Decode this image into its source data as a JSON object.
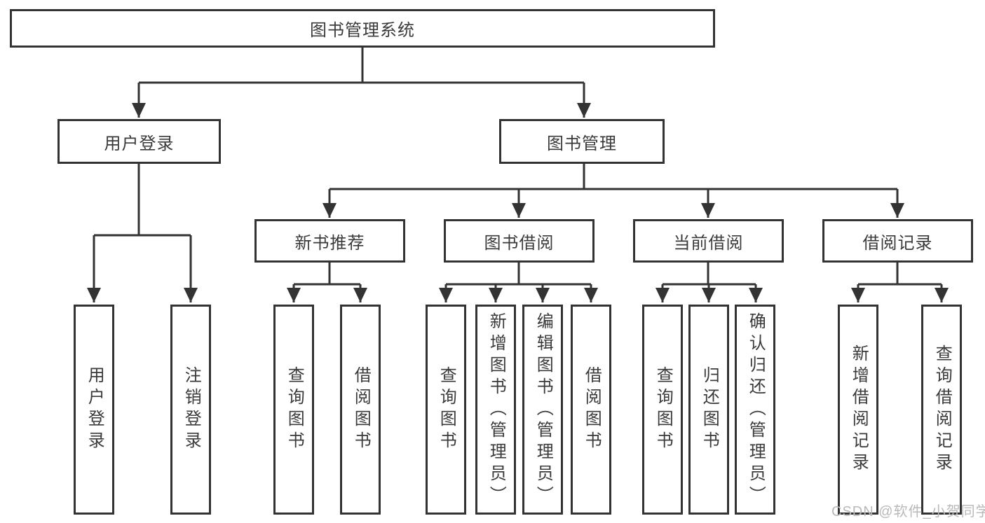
{
  "tree": {
    "label": "图书管理系统",
    "children": [
      {
        "label": "用户登录",
        "children": [
          {
            "label": "用户登录"
          },
          {
            "label": "注销登录"
          }
        ]
      },
      {
        "label": "图书管理",
        "children": [
          {
            "label": "新书推荐",
            "children": [
              {
                "label": "查询图书"
              },
              {
                "label": "借阅图书"
              }
            ]
          },
          {
            "label": "图书借阅",
            "children": [
              {
                "label": "查询图书"
              },
              {
                "label": "新增图书（管理员）"
              },
              {
                "label": "编辑图书（管理员）"
              },
              {
                "label": "借阅图书"
              }
            ]
          },
          {
            "label": "当前借阅",
            "children": [
              {
                "label": "查询图书"
              },
              {
                "label": "归还图书"
              },
              {
                "label": "确认归还（管理员）"
              }
            ]
          },
          {
            "label": "借阅记录",
            "children": [
              {
                "label": "新增借阅记录"
              },
              {
                "label": "查询借阅记录"
              }
            ]
          }
        ]
      }
    ]
  },
  "watermark": "CSDN @软件_小贺同学",
  "colors": {
    "line": "#333333",
    "text": "#3a3a3a",
    "background": "#ffffff",
    "watermark": "#b9b9b9"
  }
}
